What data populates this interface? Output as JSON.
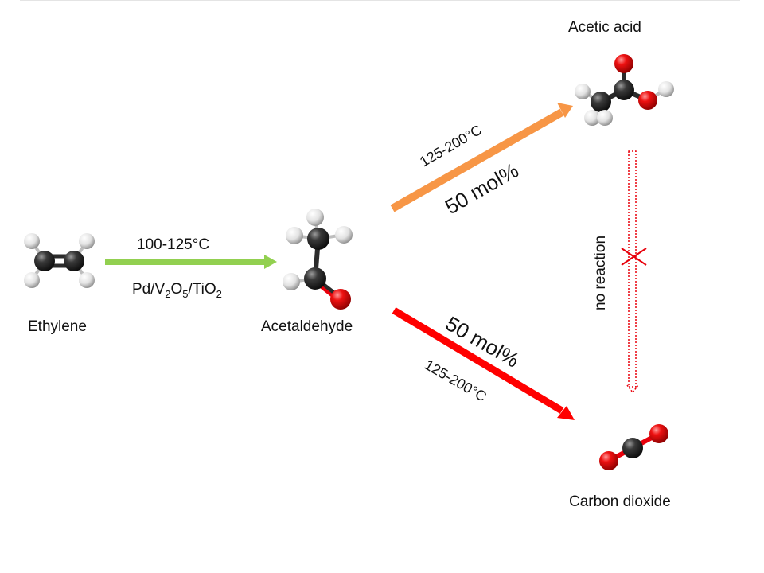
{
  "molecules": {
    "ethylene": "Ethylene",
    "acetaldehyde": "Acetaldehyde",
    "acetic_acid": "Acetic acid",
    "carbon_dioxide": "Carbon dioxide"
  },
  "step1": {
    "temperature": "100-125°C",
    "catalyst": {
      "p1": "Pd/V",
      "s1": "2",
      "p2": "O",
      "s2": "5",
      "p3": "/TiO",
      "s3": "2"
    }
  },
  "to_acetic_acid": {
    "temperature": "125-200°C",
    "yield": "50 mol%"
  },
  "to_co2": {
    "temperature": "125-200°C",
    "yield": "50 mol%"
  },
  "acid_to_co2": {
    "label": "no reaction"
  },
  "colors": {
    "green_arrow": "#92d050",
    "orange_arrow": "#f79646",
    "red_arrow": "#ff0000",
    "carbon_atom": "#2b2b2b",
    "hydrogen_atom": "#e6e6e6",
    "oxygen_atom": "#e8000b"
  }
}
